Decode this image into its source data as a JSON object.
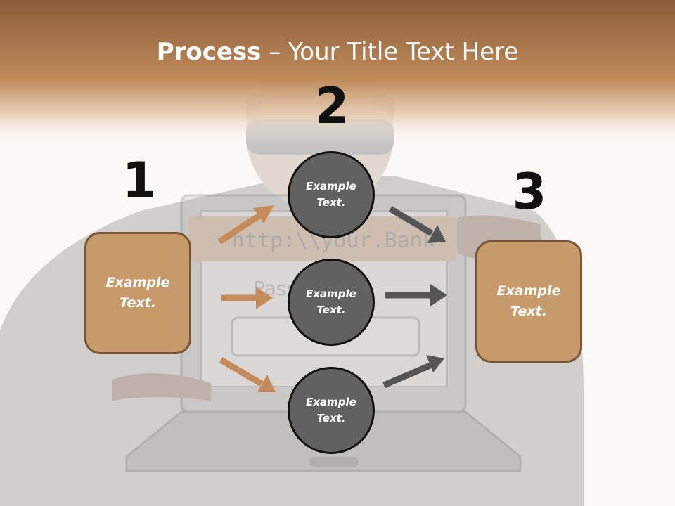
{
  "title": {
    "bold": "Process",
    "rest": " – Your Title Text Here"
  },
  "steps": [
    {
      "number": "1",
      "label": "Example Text."
    },
    {
      "number": "2",
      "label": "Example Text."
    },
    {
      "number": "3",
      "label": "Example Text."
    }
  ],
  "circles": [
    {
      "label": "Example Text."
    },
    {
      "label": "Example Text."
    },
    {
      "label": "Example Text."
    }
  ],
  "colors": {
    "header": "#b07a4c",
    "box_fill": "#c79a6c",
    "box_border": "#7a5533",
    "circle_fill": "#616161",
    "arrow_left": "#c58b5b",
    "arrow_right": "#555555"
  },
  "background": {
    "url_text": "http:\\\\your.Bank",
    "password_text": "Password?"
  }
}
